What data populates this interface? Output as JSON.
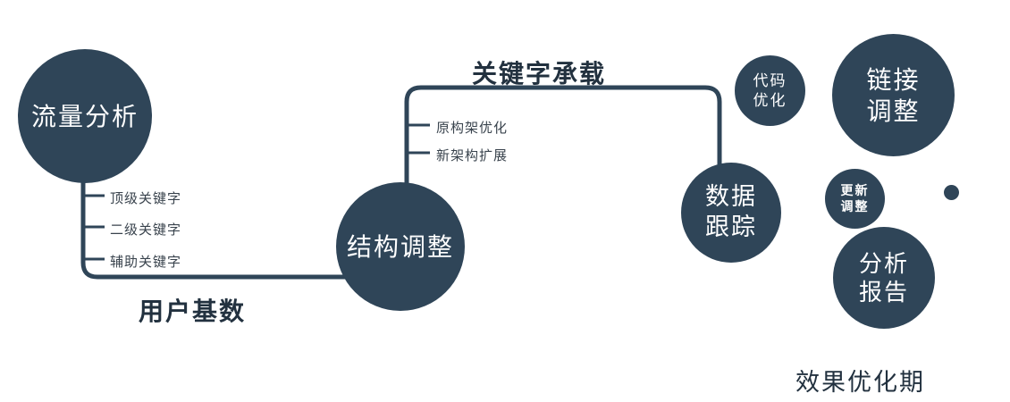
{
  "colors": {
    "primary": "#2F4558",
    "text": "#22313F",
    "subtext": "#39434D"
  },
  "nodes": {
    "traffic_analysis": {
      "label": "流量分析"
    },
    "structure_adjust": {
      "label": "结构调整"
    },
    "data_tracking": {
      "lines": [
        "数据",
        "跟踪"
      ]
    },
    "code_optimization": {
      "lines": [
        "代码",
        "优化"
      ]
    },
    "link_adjustment": {
      "lines": [
        "链接",
        "调整"
      ]
    },
    "update_adjustment": {
      "lines": [
        "更新",
        "调整"
      ]
    },
    "analysis_report": {
      "lines": [
        "分析",
        "报告"
      ]
    }
  },
  "edge_labels": {
    "user_base": "用户基数",
    "keyword_bearing": "关键字承载"
  },
  "branch_labels": {
    "traffic": [
      "顶级关键字",
      "二级关键字",
      "辅助关键字"
    ],
    "structure": [
      "原构架优化",
      "新架构扩展"
    ]
  },
  "caption": "效果优化期"
}
